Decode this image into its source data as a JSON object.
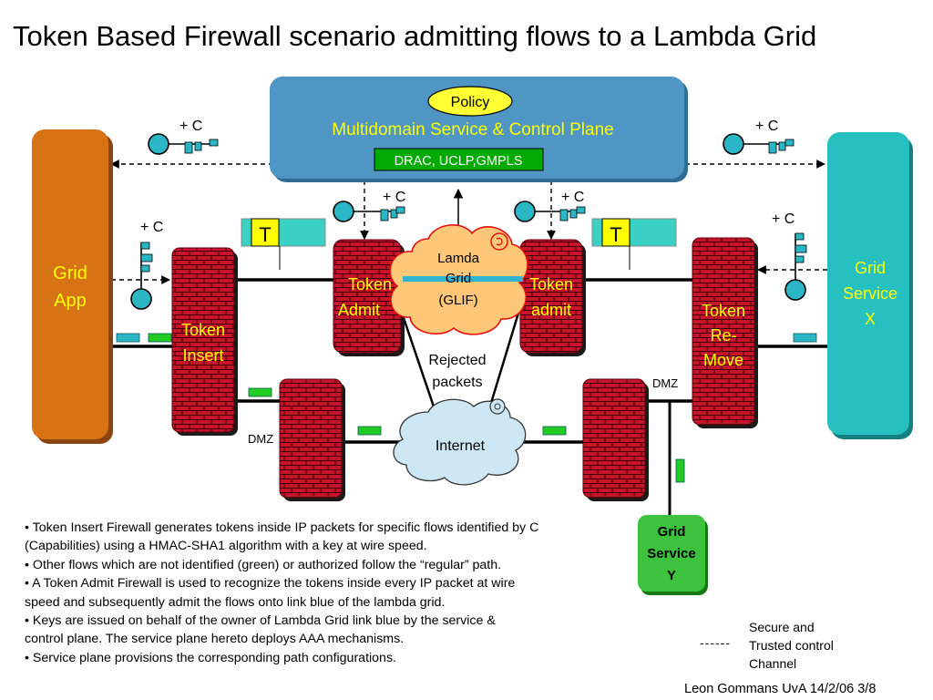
{
  "title": "Token Based Firewall scenario admitting flows to a Lambda Grid",
  "control_plane": {
    "policy": "Policy",
    "name": "Multidomain Service & Control Plane",
    "protocols": "DRAC, UCLP,GMPLS"
  },
  "capability_label": "+ C",
  "token_badge": "T",
  "grid_app": {
    "line1": "Grid",
    "line2": "App"
  },
  "grid_service_x": {
    "line1": "Grid",
    "line2": "Service",
    "line3": "X"
  },
  "grid_service_y": {
    "line1": "Grid",
    "line2": "Service",
    "line3": "Y"
  },
  "firewalls": {
    "token_insert": {
      "line1": "Token",
      "line2": "Insert"
    },
    "token_admit_left": {
      "line1": "Token",
      "line2": "Admit"
    },
    "token_admit_right": {
      "line1": "Token",
      "line2": "admit"
    },
    "token_remove": {
      "line1": "Token",
      "line2": "Re-",
      "line3": "Move"
    }
  },
  "lambda_grid": {
    "line1": "Lamda",
    "line2": "Grid",
    "line3": "(GLIF)"
  },
  "rejected": {
    "line1": "Rejected",
    "line2": "packets"
  },
  "internet": "Internet",
  "dmz_label": "DMZ",
  "bullets": [
    "• Token Insert Firewall generates tokens inside IP packets for specific flows identified by C",
    "(Capabilities) using a HMAC-SHA1 algorithm with a key at wire speed.",
    "• Other flows which are not identified (green) or authorized follow the “regular” path.",
    "• A Token Admit Firewall is used to recognize the tokens inside every IP packet at wire",
    "speed and subsequently admit the flows onto link blue of the lambda grid.",
    "• Keys are issued on behalf of the owner of  Lambda Grid link blue by the service &",
    "control plane. The service plane hereto deploys AAA mechanisms.",
    "• Service plane provisions the corresponding path configurations."
  ],
  "legend": {
    "dash": "------",
    "line1": "Secure and",
    "line2": "Trusted control",
    "line3": "Channel"
  },
  "footer": "Leon Gommans UvA 14/2/06   3/8",
  "colors": {
    "control_plane": "#4f96c4",
    "grid_app": "#d77314",
    "grid_service_x": "#27c0c0",
    "grid_service_y": "#3cc23c",
    "brick": "#c8142a",
    "cloud_lambda": "#ffc878",
    "cloud_internet": "#cde8f4",
    "key": "#2bb6c6",
    "lambda_link": "#30b4d0",
    "packet_green": "#22cc22",
    "policy": "#ffff33",
    "token_box": "#3bd0c4",
    "token_badge": "#ffff00"
  }
}
